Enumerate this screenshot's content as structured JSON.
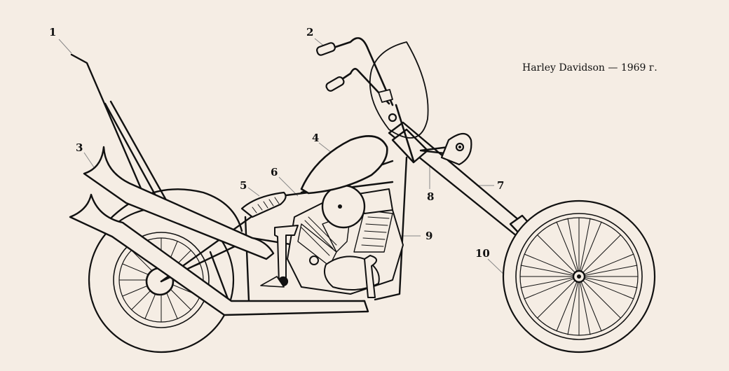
{
  "caption": "Harley Davidson — 1969 г.",
  "callouts": [
    "1",
    "2",
    "3",
    "4",
    "5",
    "6",
    "7",
    "8",
    "9",
    "10"
  ],
  "colors": {
    "background": "#f5ede4",
    "ink": "#111111",
    "leader": "#888888",
    "fill": "#f5ede4"
  }
}
